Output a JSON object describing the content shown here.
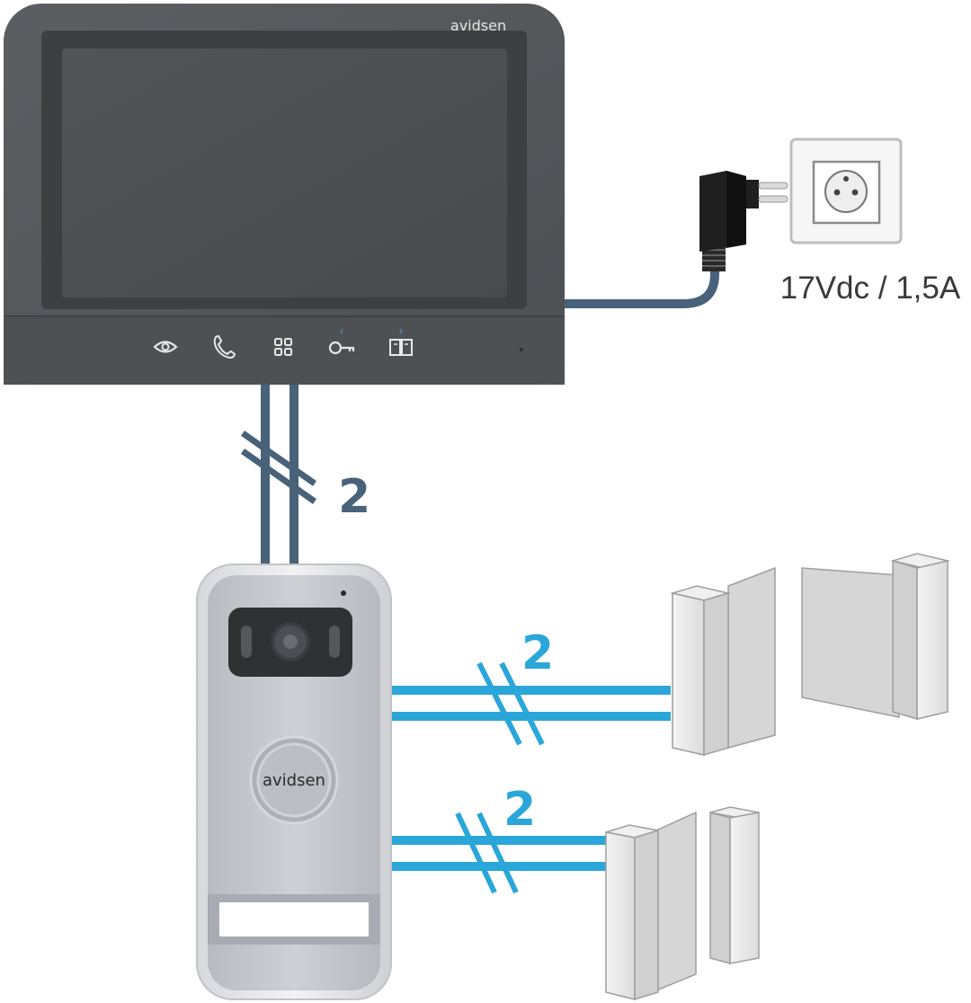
{
  "monitor": {
    "brand": "avidsen",
    "buttons": [
      {
        "name": "eye-icon",
        "label": "view"
      },
      {
        "name": "phone-icon",
        "label": "call"
      },
      {
        "name": "menu-grid-icon",
        "label": "menu"
      },
      {
        "name": "key-icon",
        "label": "unlock"
      },
      {
        "name": "book-icon",
        "label": "log"
      }
    ]
  },
  "power": {
    "label": "17Vdc / 1,5A"
  },
  "outdoor_unit": {
    "brand": "avidsen"
  },
  "cables": {
    "monitor_to_outdoor": {
      "count": "2",
      "color": "#476279"
    },
    "outdoor_to_gate": {
      "count": "2",
      "color": "#2aa6d9"
    },
    "outdoor_to_door": {
      "count": "2",
      "color": "#2aa6d9"
    }
  },
  "colors": {
    "monitor_body": "#55585b",
    "monitor_screen": "#4c5050",
    "wire_dark": "#476279",
    "wire_blue": "#2aa6d9",
    "label_dark": "#476279",
    "label_blue": "#2aa6d9",
    "outdoor_panel": "#c3c4c9"
  }
}
